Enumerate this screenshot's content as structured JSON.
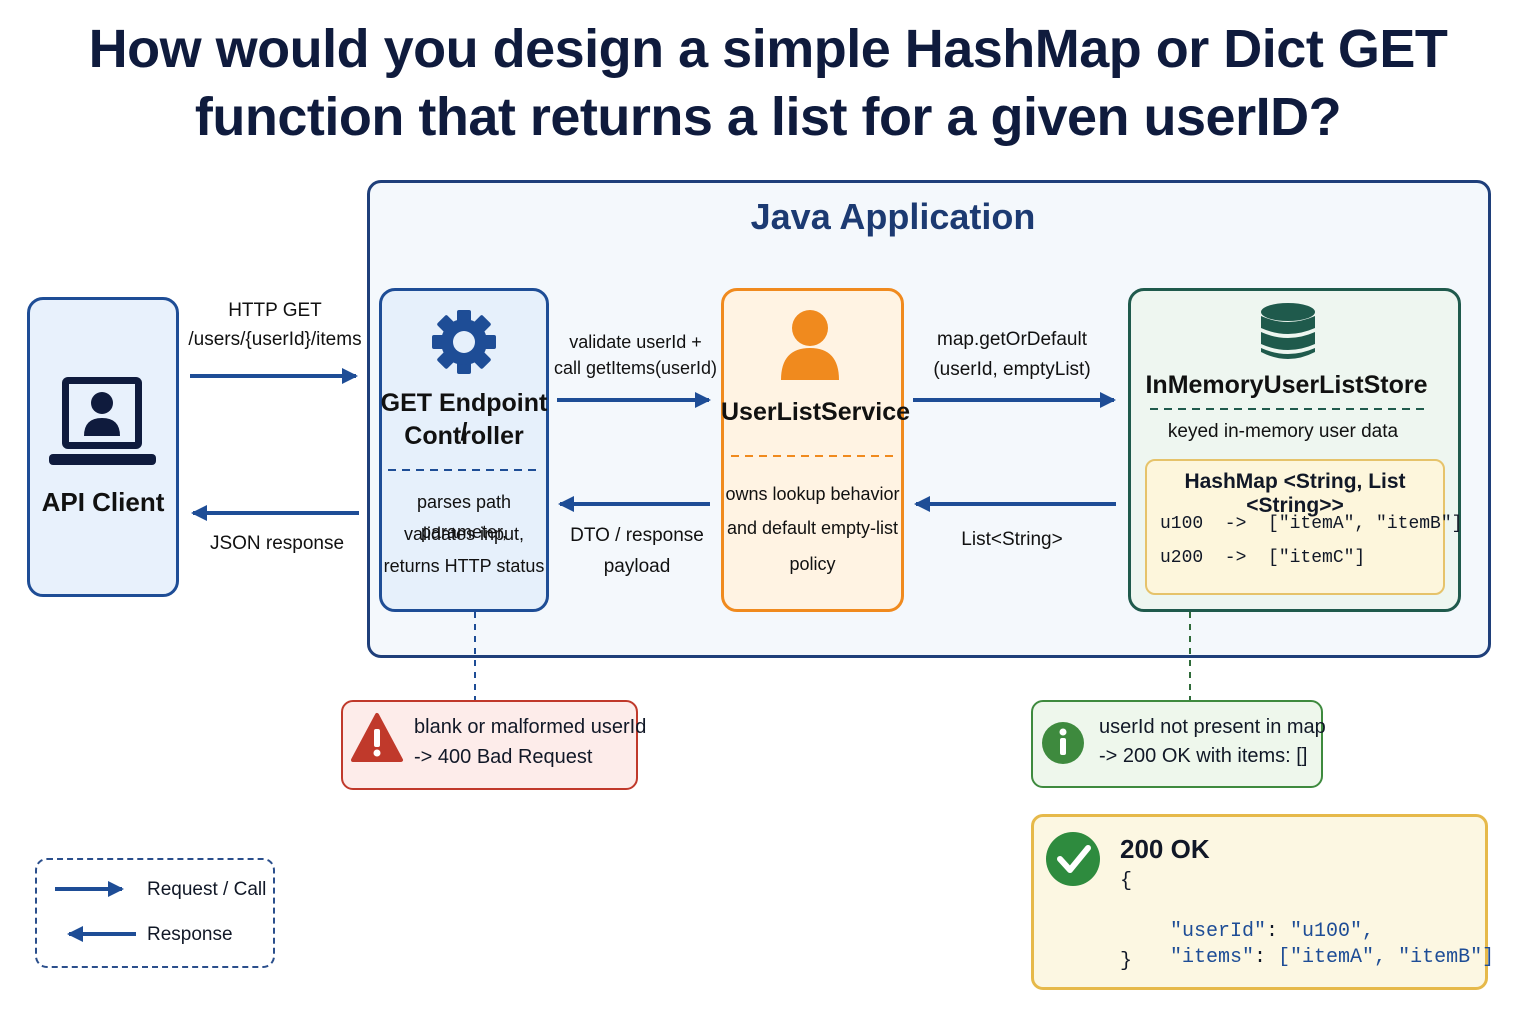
{
  "title": {
    "line1": "How would you design a simple HashMap or Dict GET",
    "line2": "function that returns a list for a given userID?"
  },
  "app": {
    "title": "Java Application"
  },
  "client": {
    "label": "API Client"
  },
  "controller": {
    "title_line1": "GET Endpoint /",
    "title_line2": "Controller",
    "desc_line1": "parses path parameter,",
    "desc_line2": "validates input,",
    "desc_line3": "returns HTTP status"
  },
  "service": {
    "title": "UserListService",
    "desc_line1": "owns lookup behavior",
    "desc_line2": "and default empty-list",
    "desc_line3": "policy"
  },
  "store": {
    "title": "InMemoryUserListStore",
    "subtitle": "keyed in-memory user data",
    "hash_title": "HashMap <String, List <String>>",
    "row1": "u100  ->  [\"itemA\", \"itemB\"]",
    "row2": "u200  ->  [\"itemC\"]"
  },
  "arrows": {
    "req1_line1": "HTTP GET",
    "req1_line2": "/users/{userId}/items",
    "res1": "JSON response",
    "req2_line1": "validate userId +",
    "req2_line2": "call getItems(userId)",
    "res2_line1": "DTO / response",
    "res2_line2": "payload",
    "req3_line1": "map.getOrDefault",
    "req3_line2": "(userId, emptyList)",
    "res3": "List<String>"
  },
  "error": {
    "line1": "blank or malformed userId",
    "line2": "-> 400 Bad Request"
  },
  "info": {
    "line1": "userId not present in map",
    "line2": "-> 200 OK with items: []"
  },
  "ok": {
    "status": "200 OK",
    "open": "{",
    "key1": "\"userId\"",
    "val1": "\"u100\",",
    "key2": "\"items\"",
    "val2": "[\"itemA\", \"itemB\"]",
    "close": "}"
  },
  "legend": {
    "request": "Request / Call",
    "response": "Response"
  },
  "colors": {
    "arrow": "#1e4d96",
    "controller_border": "#1e4d96",
    "service_border": "#f08a1e",
    "store_border": "#1f5a4c",
    "error": "#c0392b",
    "info": "#3e8a3e",
    "ok": "#2e8b3e"
  },
  "icons": {
    "client": "laptop-user-icon",
    "controller": "gear-icon",
    "service": "user-icon",
    "store": "database-icon",
    "error": "warning-icon",
    "info": "info-icon",
    "ok": "checkmark-icon"
  }
}
